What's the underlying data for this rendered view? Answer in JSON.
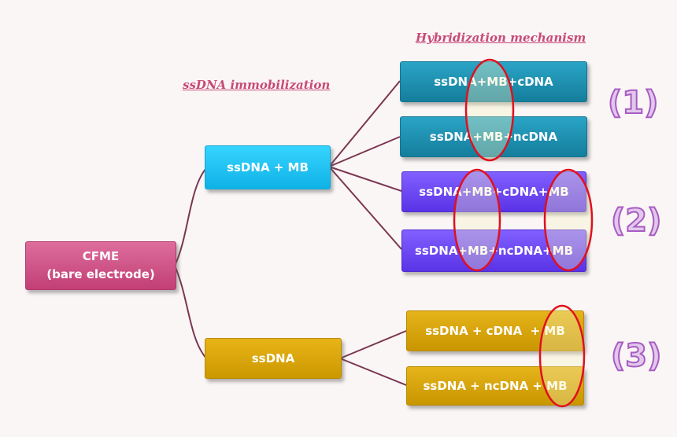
{
  "headings": {
    "immobilization": "ssDNA immobilization",
    "hybridization": "Hybridization mechanism"
  },
  "root": {
    "line1": "CFME",
    "line2": "(bare electrode)"
  },
  "level1": {
    "modified": "ssDNA + MB",
    "plain": "ssDNA"
  },
  "level2": {
    "g1a": "ssDNA+MB+cDNA",
    "g1b": "ssDNA+MB+ncDNA",
    "g2a": "ssDNA+MB+cDNA+MB",
    "g2b": "ssDNA+MB+ncDNA+MB",
    "g3a": "ssDNA + cDNA  + MB",
    "g3b": "ssDNA + ncDNA + MB"
  },
  "groups": {
    "g1": "(1)",
    "g2": "(2)",
    "g3": "(3)"
  },
  "colors": {
    "connector": "#7a3652",
    "highlight_ring": "#e0101e",
    "highlight_fill": "#f6f3c4"
  }
}
